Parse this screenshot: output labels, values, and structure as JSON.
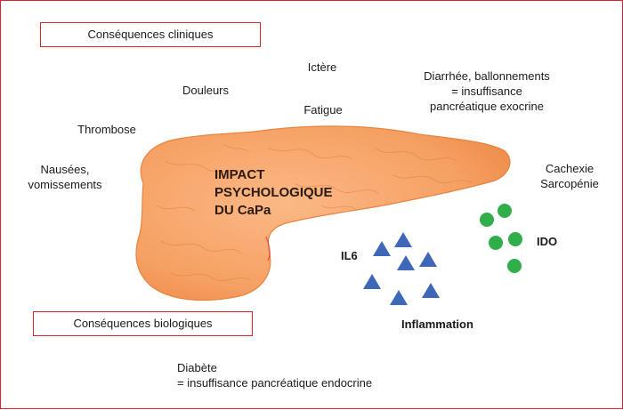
{
  "colors": {
    "border": "#d9232d",
    "pancreas": "#f7a56a",
    "pancreas_edge": "#e8843f",
    "triangle": "#3e67b8",
    "circle": "#2fae4a"
  },
  "icons": {
    "organ": "pancreas-illustration",
    "il6_marker": "triangle-icon",
    "ido_marker": "circle-icon"
  },
  "boxes": {
    "clinical": "Conséquences cliniques",
    "biological": "Conséquences biologiques"
  },
  "clinical": {
    "ictere": "Ictère",
    "douleurs": "Douleurs",
    "fatigue": "Fatigue",
    "thrombose": "Thrombose",
    "nausees": [
      "Nausées,",
      "vomissements"
    ],
    "diarrhee": [
      "Diarrhée, ballonnements",
      "= insuffisance",
      "pancréatique exocrine"
    ],
    "cachexie": [
      "Cachexie",
      "Sarcopénie"
    ]
  },
  "center": [
    "IMPACT",
    "PSYCHOLOGIQUE",
    "DU CaPa"
  ],
  "biological": {
    "il6": "IL6",
    "ido": "IDO",
    "inflammation": "Inflammation",
    "diabete": [
      "Diabète",
      "= insuffisance pancréatique endocrine"
    ]
  }
}
